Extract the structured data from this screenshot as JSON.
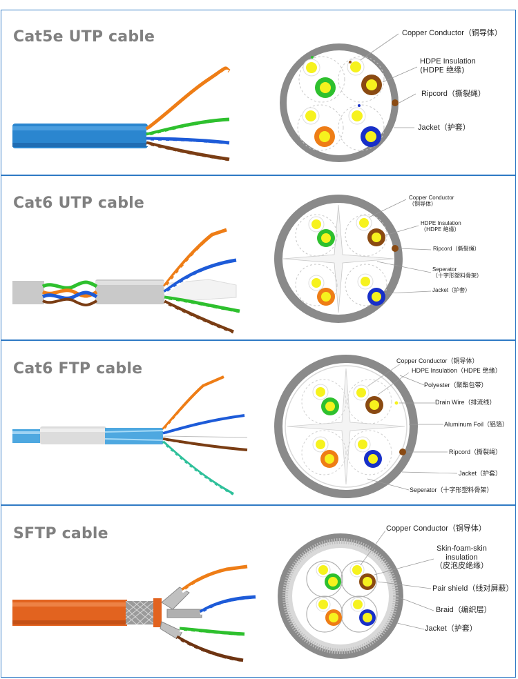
{
  "panels": [
    {
      "title": "Cat5e UTP cable",
      "labels": [
        {
          "en": "Copper Conductor",
          "zh": "（铜导体）"
        },
        {
          "en": "HDPE Insulation",
          "zh": "(HDPE 绝缘)"
        },
        {
          "en": "Ripcord",
          "zh": "（撕裂绳）"
        },
        {
          "en": "Jacket",
          "zh": "（护套）"
        }
      ]
    },
    {
      "title": "Cat6 UTP cable",
      "labels": [
        {
          "en": "Copper Conductor",
          "zh": "（铜导体）"
        },
        {
          "en": "HDPE Insulation",
          "zh": "（HDPE 绝缘）"
        },
        {
          "en": "Ripcord",
          "zh": "（撕裂绳）"
        },
        {
          "en": "Seperator",
          "zh": "（十字形塑料骨架）"
        },
        {
          "en": "Jacket",
          "zh": "（护套）"
        }
      ]
    },
    {
      "title": "Cat6 FTP cable",
      "labels": [
        {
          "en": "Copper Conductor",
          "zh": "（铜导体）"
        },
        {
          "en": "HDPE Insulation",
          "zh": "（HDPE 绝缘）"
        },
        {
          "en": "Polyester",
          "zh": "（聚酯包带）"
        },
        {
          "en": "Drain Wire",
          "zh": "（排流线）"
        },
        {
          "en": "Aluminum Foil",
          "zh": "（铝箔）"
        },
        {
          "en": "Ripcord",
          "zh": "（撕裂绳）"
        },
        {
          "en": "Jacket",
          "zh": "（护套）"
        },
        {
          "en": "Seperator",
          "zh": "（十字形塑料骨架）"
        }
      ]
    },
    {
      "title": "SFTP cable",
      "labels": [
        {
          "en": "Copper Conductor",
          "zh": "（铜导体）"
        },
        {
          "en": "Skin-foam-skin",
          "en2": "insulation",
          "zh": "（皮泡皮绝缘）"
        },
        {
          "en": "Pair shield",
          "zh": "（线对屏蔽）"
        },
        {
          "en": "Braid",
          "zh": "（编织层）"
        },
        {
          "en": "Jacket",
          "zh": "（护套）"
        }
      ]
    }
  ],
  "colors": {
    "border": "#2e79c4",
    "jacket_gray": "#8a8a8a",
    "cat5e_jacket": "#2b86cf",
    "utp_gray": "#c9c9c9",
    "ftp_foil": "#4ea8e0",
    "sftp_orange": "#e2631f",
    "pair_green": "#2ec02e",
    "pair_brown": "#8a4a12",
    "pair_orange": "#ee7d16",
    "pair_blue": "#1830c8",
    "conductor_yellow": "#f6f21e"
  }
}
